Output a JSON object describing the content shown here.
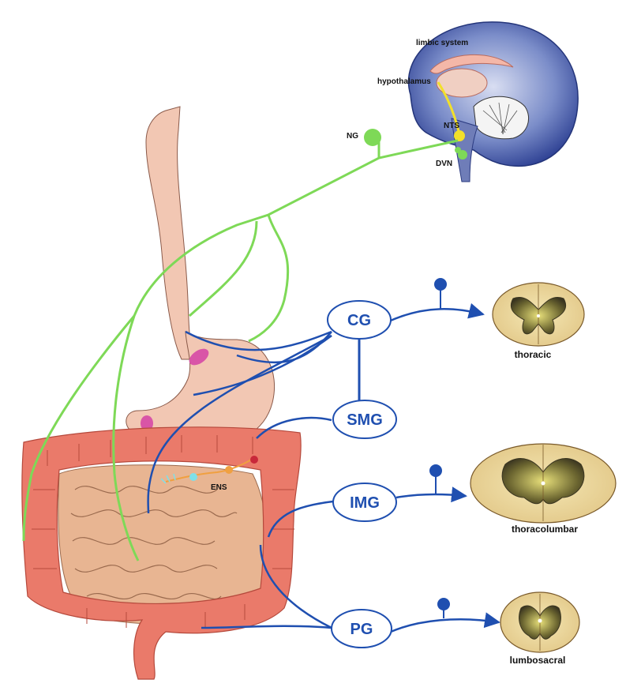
{
  "brain": {
    "limbic_system": "limbic system",
    "hypothalamus": "hypothalamus",
    "nts": "NTS",
    "dvn": "DVN"
  },
  "nodose": {
    "label": "NG"
  },
  "ganglia": {
    "cg": "CG",
    "smg": "SMG",
    "img": "IMG",
    "pg": "PG"
  },
  "ens": {
    "label": "ENS"
  },
  "spinal_cord": {
    "thoracic": "thoracic",
    "thoracolumbar": "thoracolumbar",
    "lumbosacral": "lumbosacral"
  },
  "colors": {
    "vagal": "#7ed957",
    "sympathetic": "#1f4fb0",
    "colon": "#ea7a6a",
    "gut_tissue": "#f2c7b3",
    "brain": "#3d55a8",
    "sphincter": "#d955a7"
  }
}
